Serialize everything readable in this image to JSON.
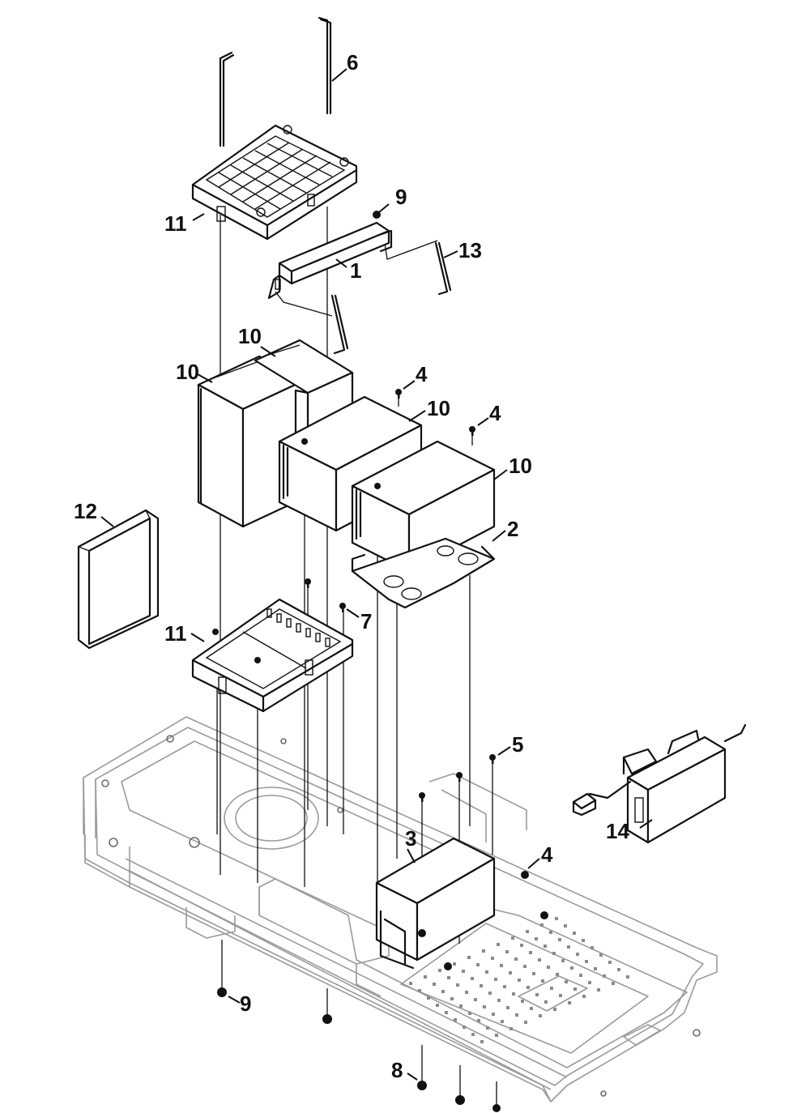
{
  "callouts": [
    {
      "id": "c6",
      "label": "6"
    },
    {
      "id": "c11a",
      "label": "11"
    },
    {
      "id": "c9a",
      "label": "9"
    },
    {
      "id": "c13",
      "label": "13"
    },
    {
      "id": "c1",
      "label": "1"
    },
    {
      "id": "c10a",
      "label": "10"
    },
    {
      "id": "c10b",
      "label": "10"
    },
    {
      "id": "c4a",
      "label": "4"
    },
    {
      "id": "c10c",
      "label": "10"
    },
    {
      "id": "c4b",
      "label": "4"
    },
    {
      "id": "c10d",
      "label": "10"
    },
    {
      "id": "c2",
      "label": "2"
    },
    {
      "id": "c12",
      "label": "12"
    },
    {
      "id": "c7",
      "label": "7"
    },
    {
      "id": "c11b",
      "label": "11"
    },
    {
      "id": "c5",
      "label": "5"
    },
    {
      "id": "c3",
      "label": "3"
    },
    {
      "id": "c4c",
      "label": "4"
    },
    {
      "id": "c14",
      "label": "14"
    },
    {
      "id": "c9b",
      "label": "9"
    },
    {
      "id": "c8",
      "label": "8"
    }
  ],
  "colors": {
    "ink": "#111111",
    "frame": "#9a9a9a"
  }
}
